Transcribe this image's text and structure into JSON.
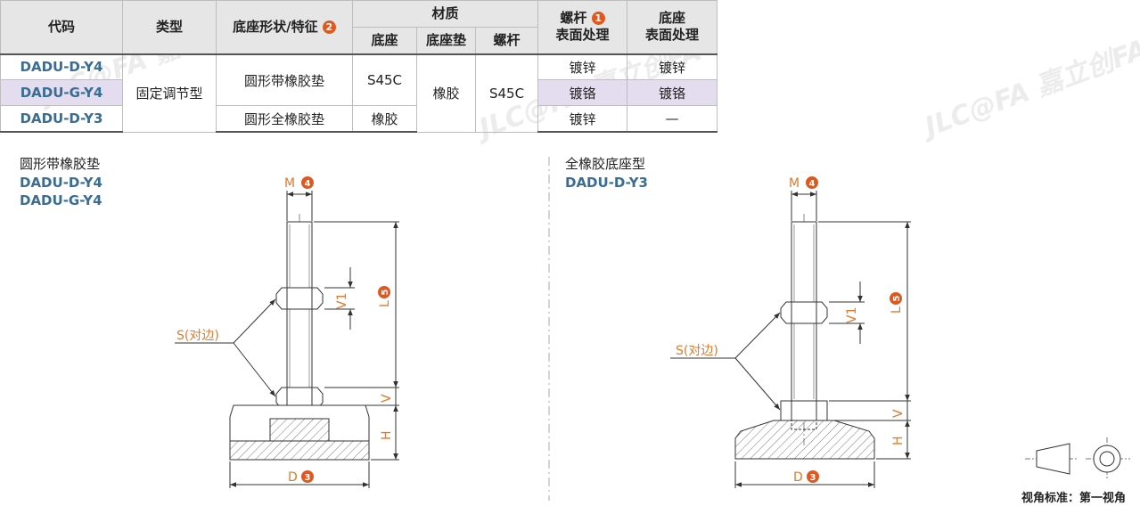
{
  "table": {
    "headers": {
      "code": "代码",
      "type": "类型",
      "base_shape": "底座形状/特征",
      "base_shape_badge": "2",
      "material": "材质",
      "material_base": "底座",
      "material_pad": "底座垫",
      "material_bolt": "螺杆",
      "bolt_surface_l1": "螺杆",
      "bolt_surface_badge": "1",
      "bolt_surface_l2": "表面处理",
      "base_surface_l1": "底座",
      "base_surface_l2": "表面处理"
    },
    "rows": [
      {
        "code": "DADU-D-Y4",
        "bolt_surface": "镀锌",
        "base_surface": "镀锌"
      },
      {
        "code": "DADU-G-Y4",
        "bolt_surface": "镀铬",
        "base_surface": "镀铬"
      },
      {
        "code": "DADU-D-Y3",
        "bolt_surface": "镀锌",
        "base_surface": "—"
      }
    ],
    "type_value": "固定调节型",
    "shape_y4": "圆形带橡胶垫",
    "shape_y3": "圆形全橡胶垫",
    "base_y4": "S45C",
    "base_y3": "橡胶",
    "pad_value": "橡胶",
    "bolt_value": "S45C"
  },
  "left_figure": {
    "title": "圆形带橡胶垫",
    "codes": [
      "DADU-D-Y4",
      "DADU-G-Y4"
    ]
  },
  "right_figure": {
    "title": "全橡胶底座型",
    "codes": [
      "DADU-D-Y3"
    ]
  },
  "dims": {
    "M": "M",
    "M_badge": "4",
    "L": "L",
    "L_badge": "5",
    "D": "D",
    "D_badge": "3",
    "V1": "V1",
    "V": "V",
    "H": "H",
    "S": "S(对边)"
  },
  "watermark": "JLC@FA 嘉立创FA",
  "view_standard": "视角标准：第一视角",
  "colors": {
    "accent": "#e0581e",
    "code_blue": "#3a6d93",
    "dim_orange": "#e07a2c",
    "highlight": "#e4dcef"
  }
}
